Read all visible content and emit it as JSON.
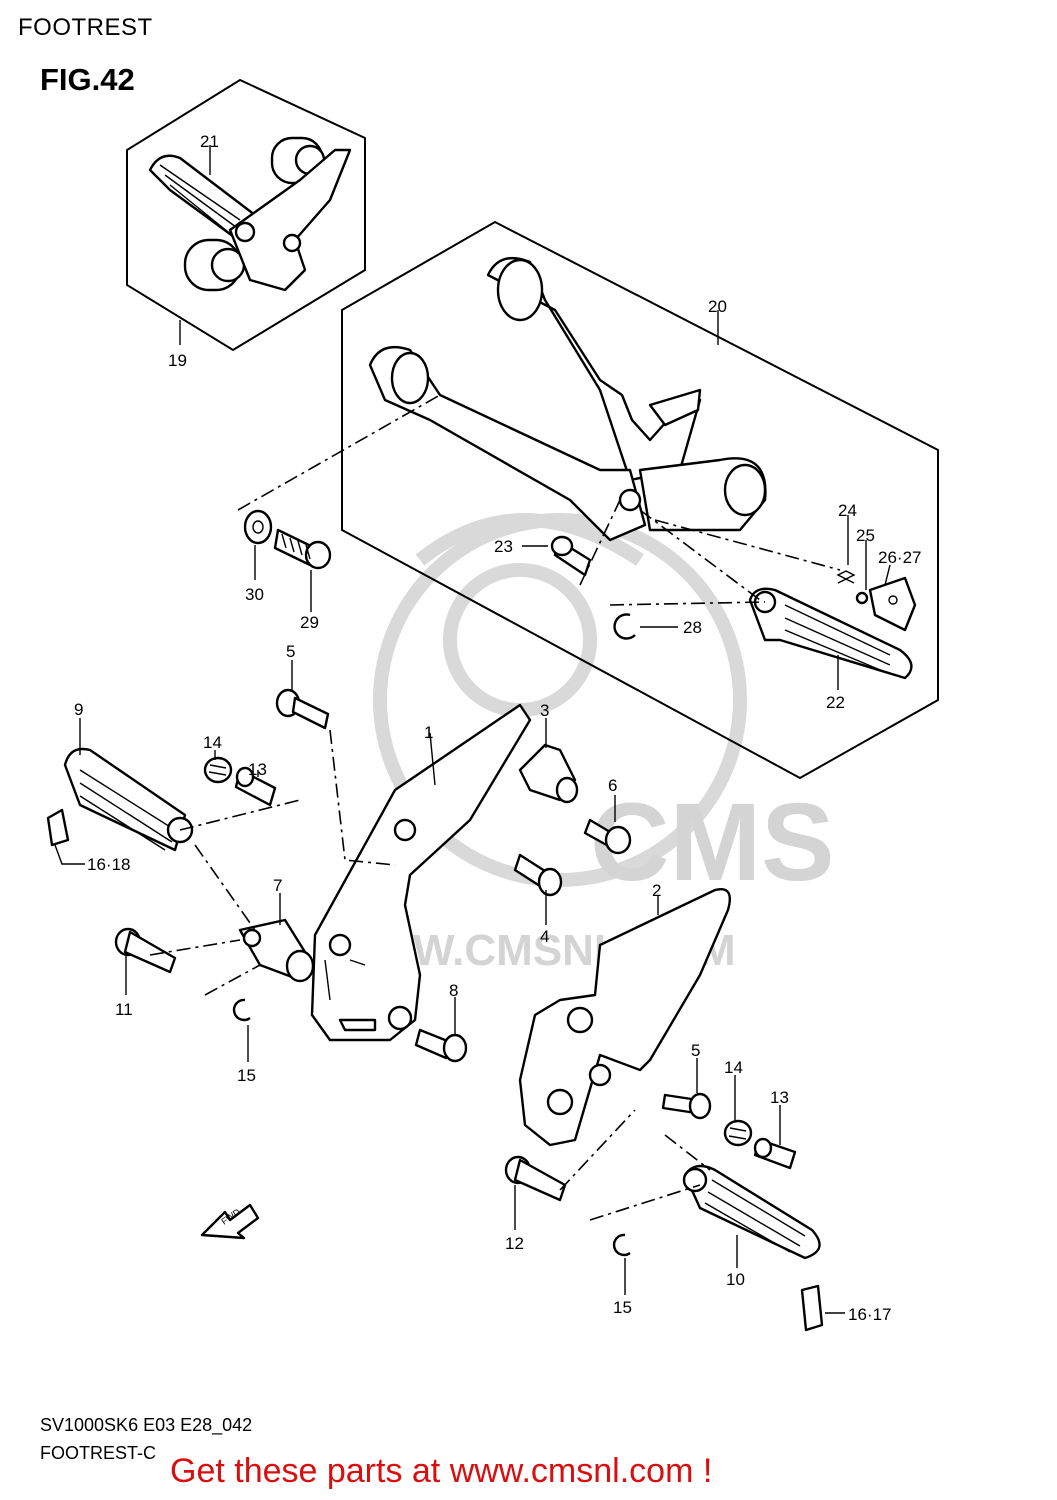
{
  "header": {
    "page_title": "FOOTREST",
    "fig_label": "FIG.42"
  },
  "footer": {
    "model_code": "SV1000SK6 E03 E28_042",
    "drawing_code": "FOOTREST-C",
    "cta": "Get these parts at www.cmsnl.com !"
  },
  "watermark": {
    "brand": "CMS",
    "url": "WWW.CMSNL.COM",
    "color": "#d4d4d4"
  },
  "fwd_arrow": {
    "label": "FWD"
  },
  "colors": {
    "cta": "#d90f0f",
    "lines": "#000000"
  },
  "callouts": [
    "21",
    "19",
    "20",
    "24",
    "25",
    "26·27",
    "23",
    "28",
    "22",
    "30",
    "29",
    "5",
    "3",
    "9",
    "1",
    "14",
    "13",
    "6",
    "16·18",
    "7",
    "4",
    "2",
    "11",
    "8",
    "15",
    "5",
    "14",
    "13",
    "12",
    "10",
    "15",
    "16·17"
  ]
}
